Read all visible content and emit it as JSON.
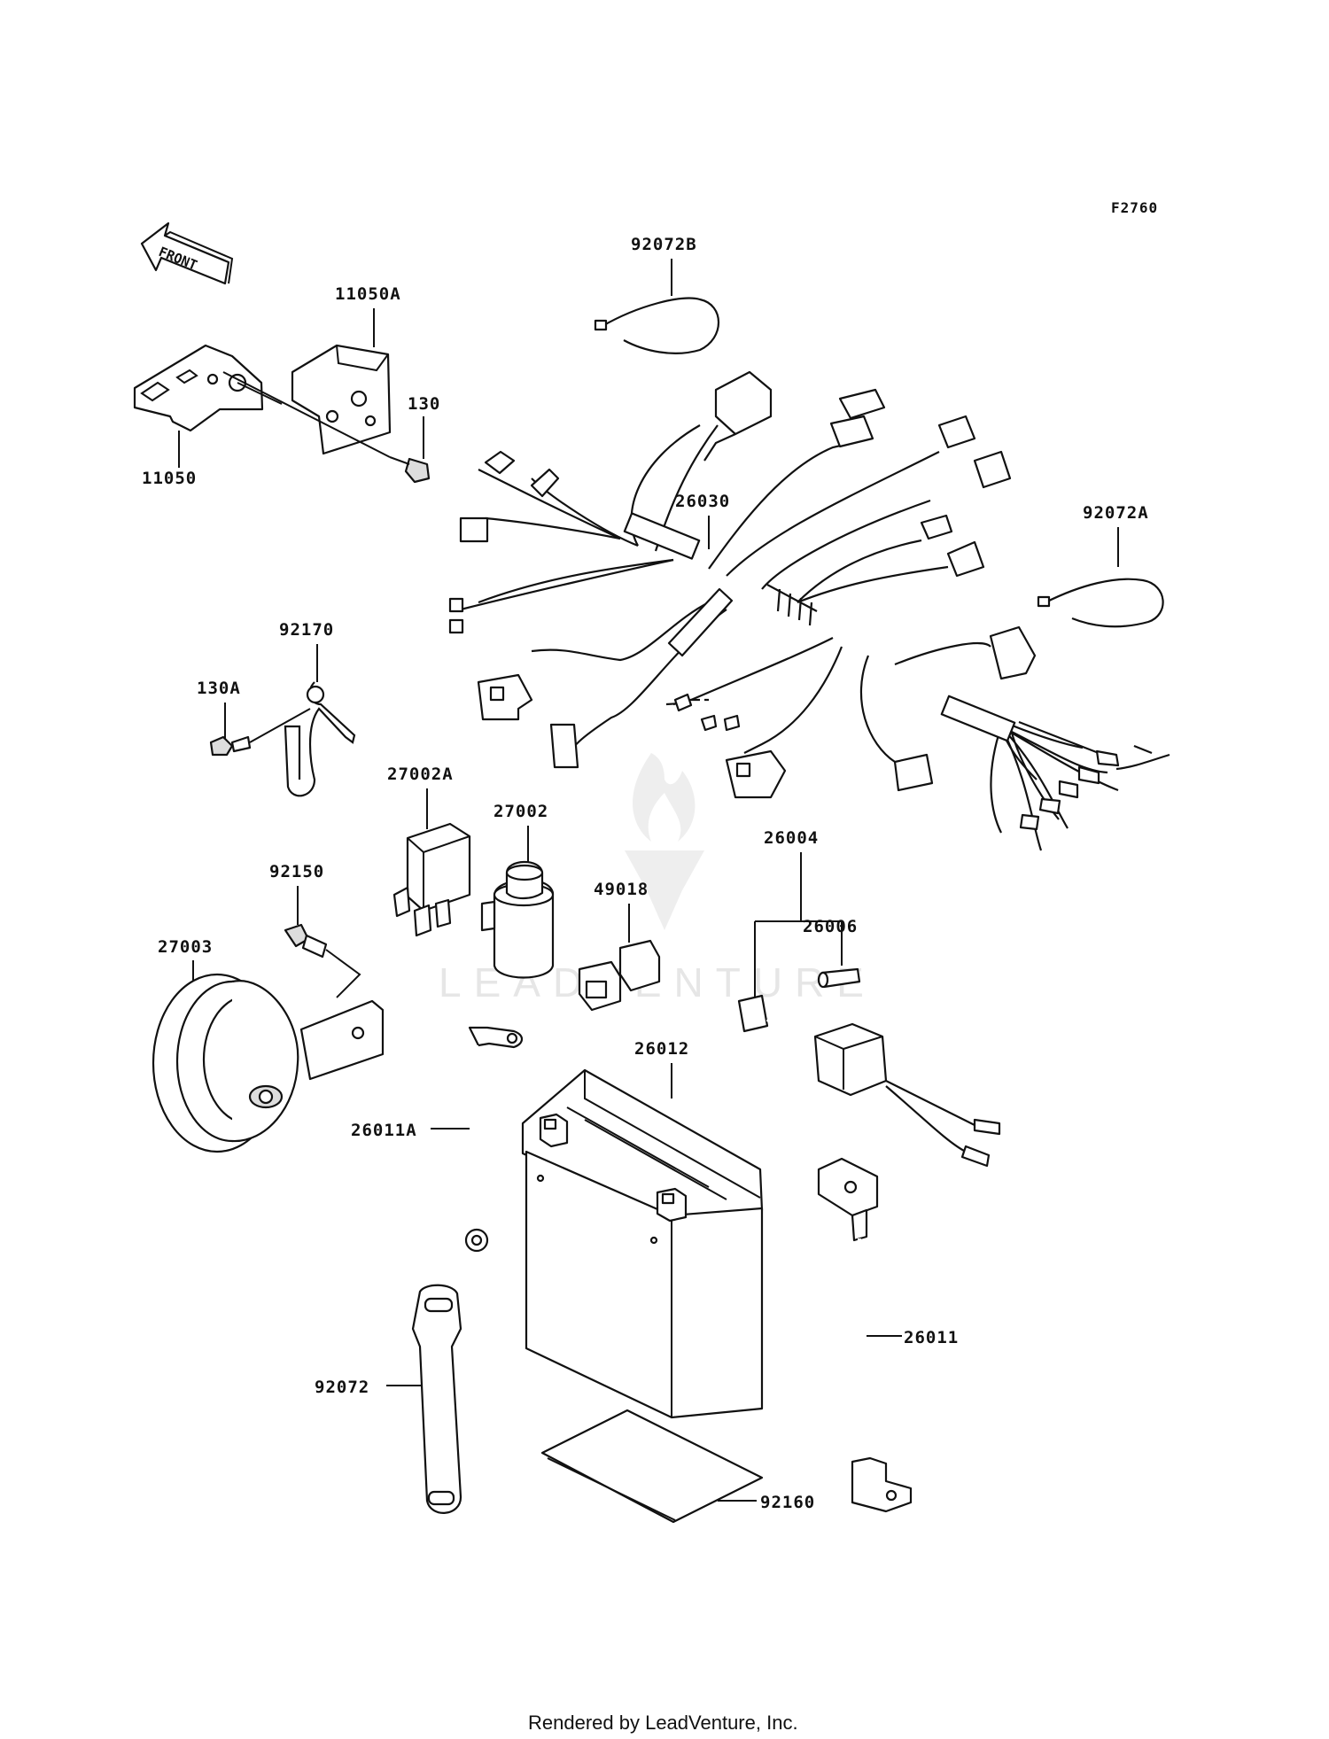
{
  "figure_code": "F2760",
  "front_label": "FRONT",
  "watermark": "LEADVENTURE",
  "footer": "Rendered by LeadVenture, Inc.",
  "callouts": {
    "p92072B": "92072B",
    "p11050A": "11050A",
    "p130": "130",
    "p11050": "11050",
    "p26030": "26030",
    "p92072A": "92072A",
    "p92170": "92170",
    "p130A": "130A",
    "p27002A": "27002A",
    "p27002": "27002",
    "p26004": "26004",
    "p92150": "92150",
    "p49018": "49018",
    "p26006": "26006",
    "p27003": "27003",
    "p26012": "26012",
    "p26011A": "26011A",
    "p26011": "26011",
    "p92072": "92072",
    "p92160": "92160"
  }
}
